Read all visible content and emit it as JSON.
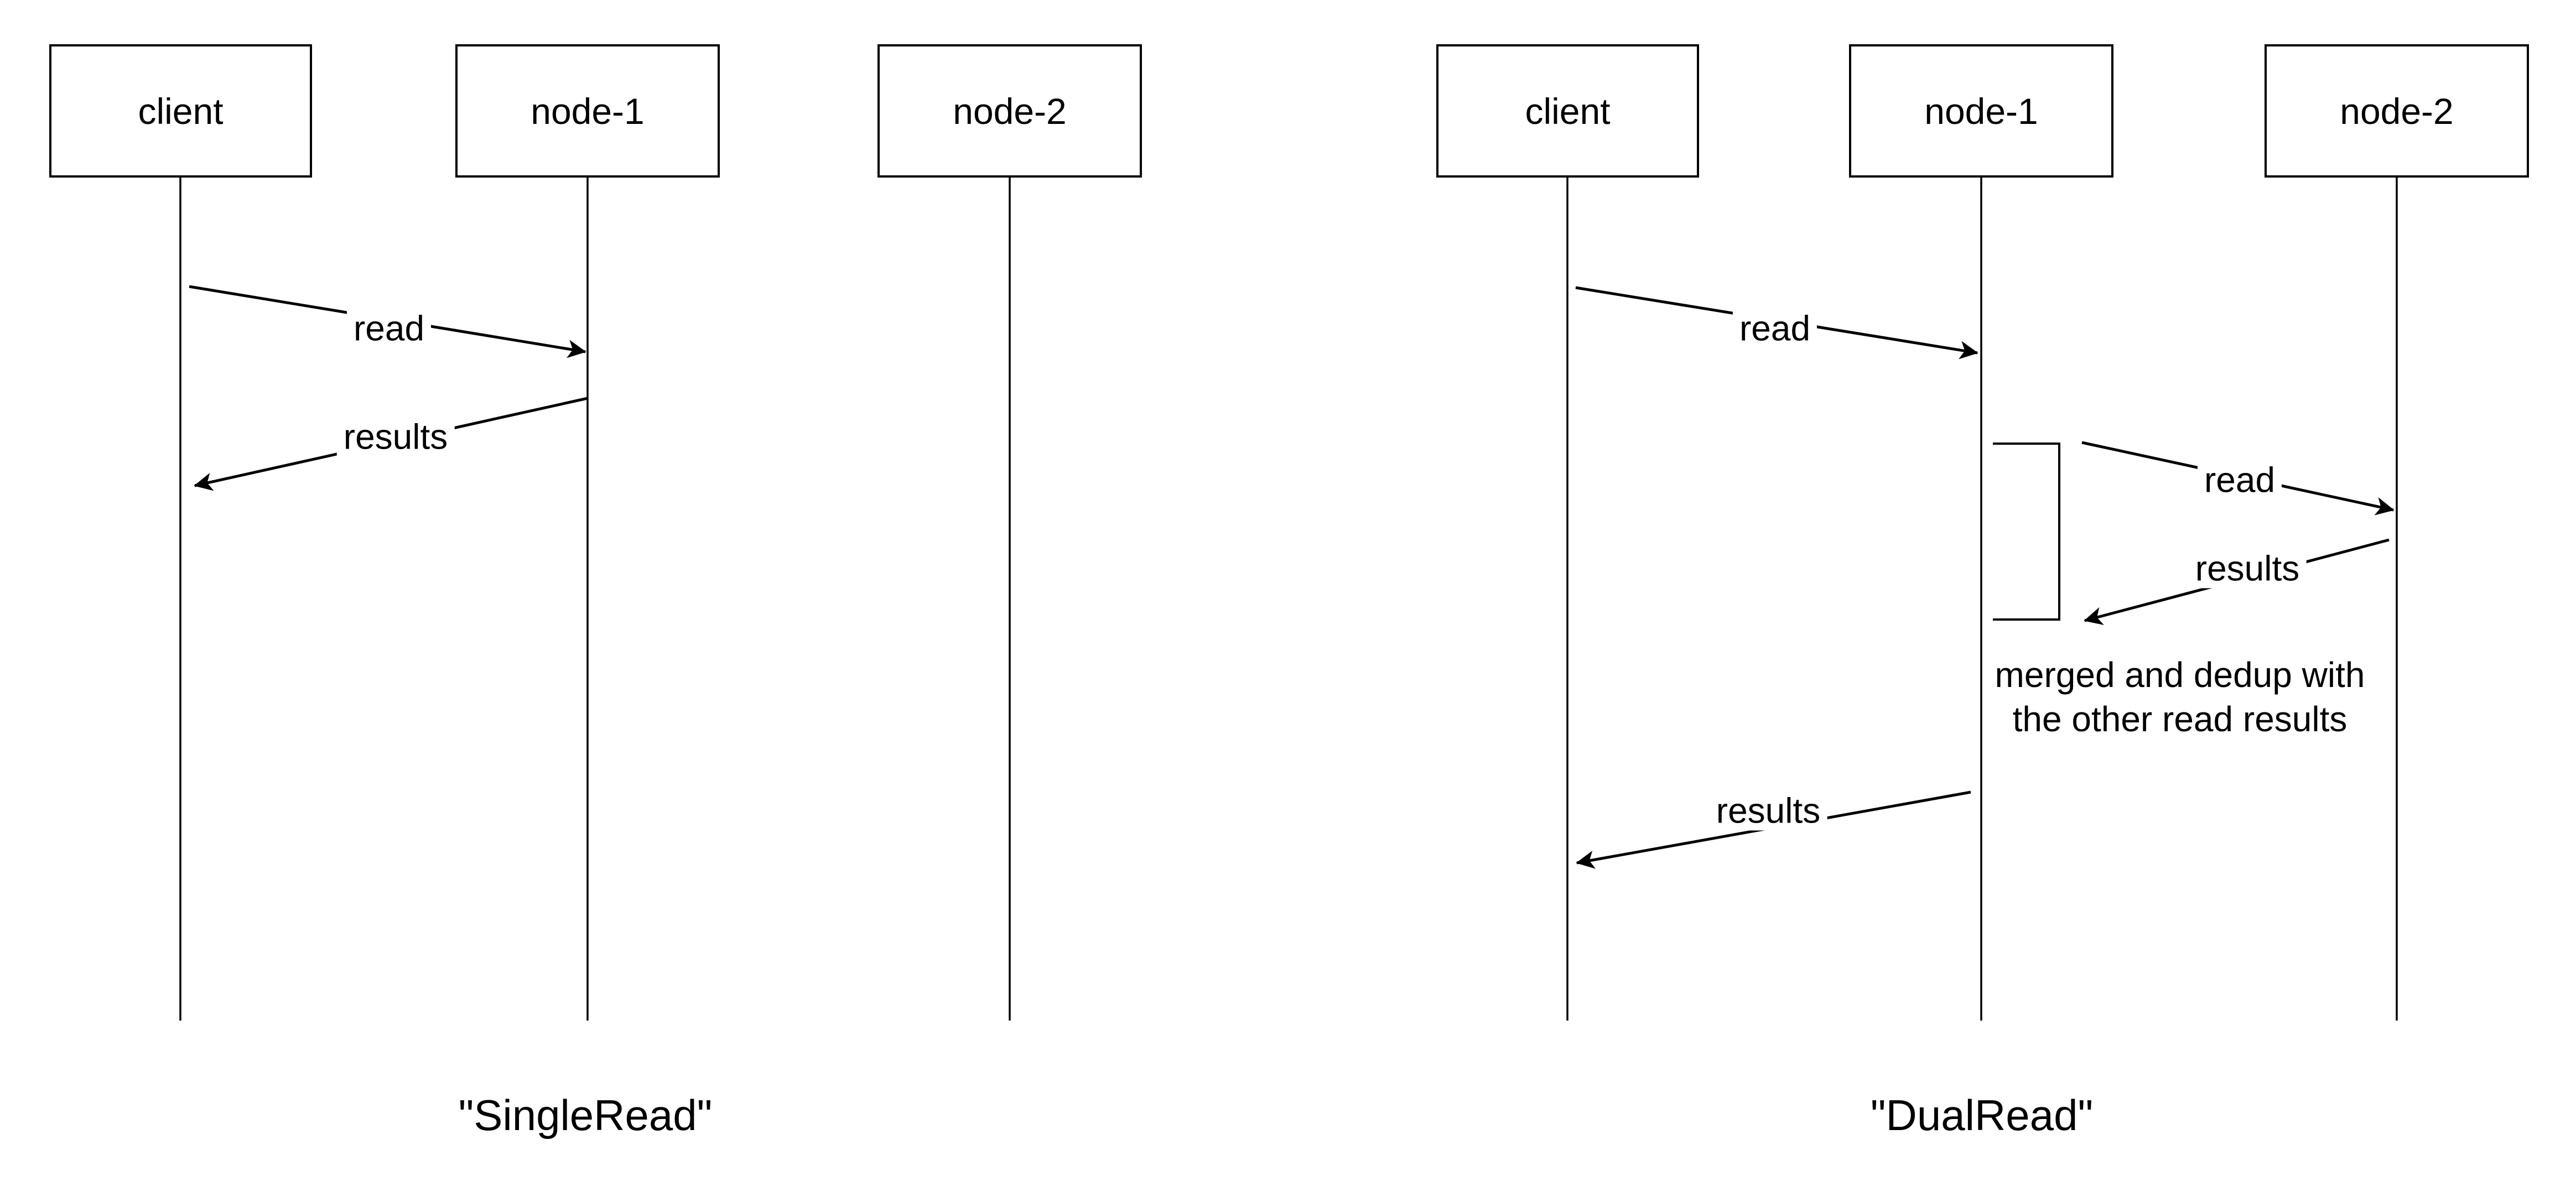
{
  "colors": {
    "background": "#ffffff",
    "line": "#000000",
    "text": "#000000"
  },
  "panels": [
    {
      "caption": "\"SingleRead\"",
      "actors": [
        "client",
        "node-1",
        "node-2"
      ],
      "messages": [
        {
          "label": "read",
          "from": "client",
          "to": "node-1"
        },
        {
          "label": "results",
          "from": "node-1",
          "to": "client"
        }
      ]
    },
    {
      "caption": "\"DualRead\"",
      "actors": [
        "client",
        "node-1",
        "node-2"
      ],
      "messages": [
        {
          "label": "read",
          "from": "client",
          "to": "node-1"
        },
        {
          "label": "read",
          "from": "node-1",
          "to": "node-2"
        },
        {
          "label": "results",
          "from": "node-2",
          "to": "node-1"
        },
        {
          "label": "results",
          "from": "node-1",
          "to": "client"
        }
      ],
      "note_lines": [
        "merged and dedup with",
        "the other read results"
      ]
    }
  ]
}
